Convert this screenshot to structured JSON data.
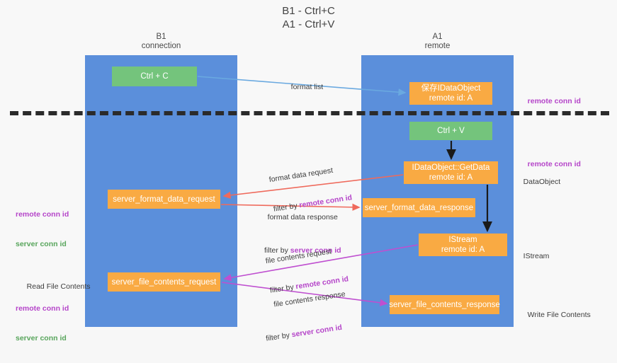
{
  "title": "B1 - Ctrl+C\nA1 - Ctrl+V",
  "columns": {
    "left": {
      "header": "B1\nconnection"
    },
    "right": {
      "header": "A1\nremote"
    }
  },
  "nodes": {
    "ctrl_c": "Ctrl + C",
    "idataobject": "保存IDataObject\nremote id: A",
    "ctrl_v": "Ctrl + V",
    "getdata": "IDataObject::GetData\nremote id: A",
    "server_format_data_request": "server_format_data_request",
    "server_format_data_response": "server_format_data_response",
    "istream": "IStream\nremote id: A",
    "server_file_contents_request": "server_file_contents_request",
    "server_file_contents_response": "server_file_contents_response"
  },
  "flows": {
    "format_list": "format list",
    "format_data_request": "format data request",
    "format_data_request_filter_prefix": "filter by ",
    "format_data_request_filter_key": "remote conn id",
    "format_data_response": "format data response",
    "format_data_response_filter_prefix": "filter by ",
    "format_data_response_filter_key": "server conn id",
    "file_contents_request": "file contents request",
    "file_contents_request_filter_prefix": "filter by ",
    "file_contents_request_filter_key": "remote conn id",
    "file_contents_response": "file contents response",
    "file_contents_response_filter_prefix": "filter by ",
    "file_contents_response_filter_key": "server conn id"
  },
  "annotations": {
    "right_remote_conn_id_top": "remote conn id",
    "right_remote_conn_id_mid": "remote conn id",
    "right_dataobject": "DataObject",
    "right_istream": "IStream",
    "right_write_file_contents": "Write File Contents",
    "left_remote_conn_id": "remote conn id",
    "left_server_conn_id": "server conn id",
    "left_read_file_contents": "Read File Contents",
    "left_remote_conn_id_2": "remote conn id",
    "left_server_conn_id_2": "server conn id"
  },
  "colors": {
    "lane": "#5b8fdb",
    "green_node": "#74c47c",
    "orange_node": "#f9aa43",
    "divider": "#2b2b2b",
    "arrow_blue": "#6aa9e0",
    "arrow_red": "#ef6a5c",
    "arrow_magenta": "#bf4fd0",
    "arrow_black": "#1a1a1a",
    "purple_text": "#b545c9",
    "green_text": "#58a55c"
  }
}
